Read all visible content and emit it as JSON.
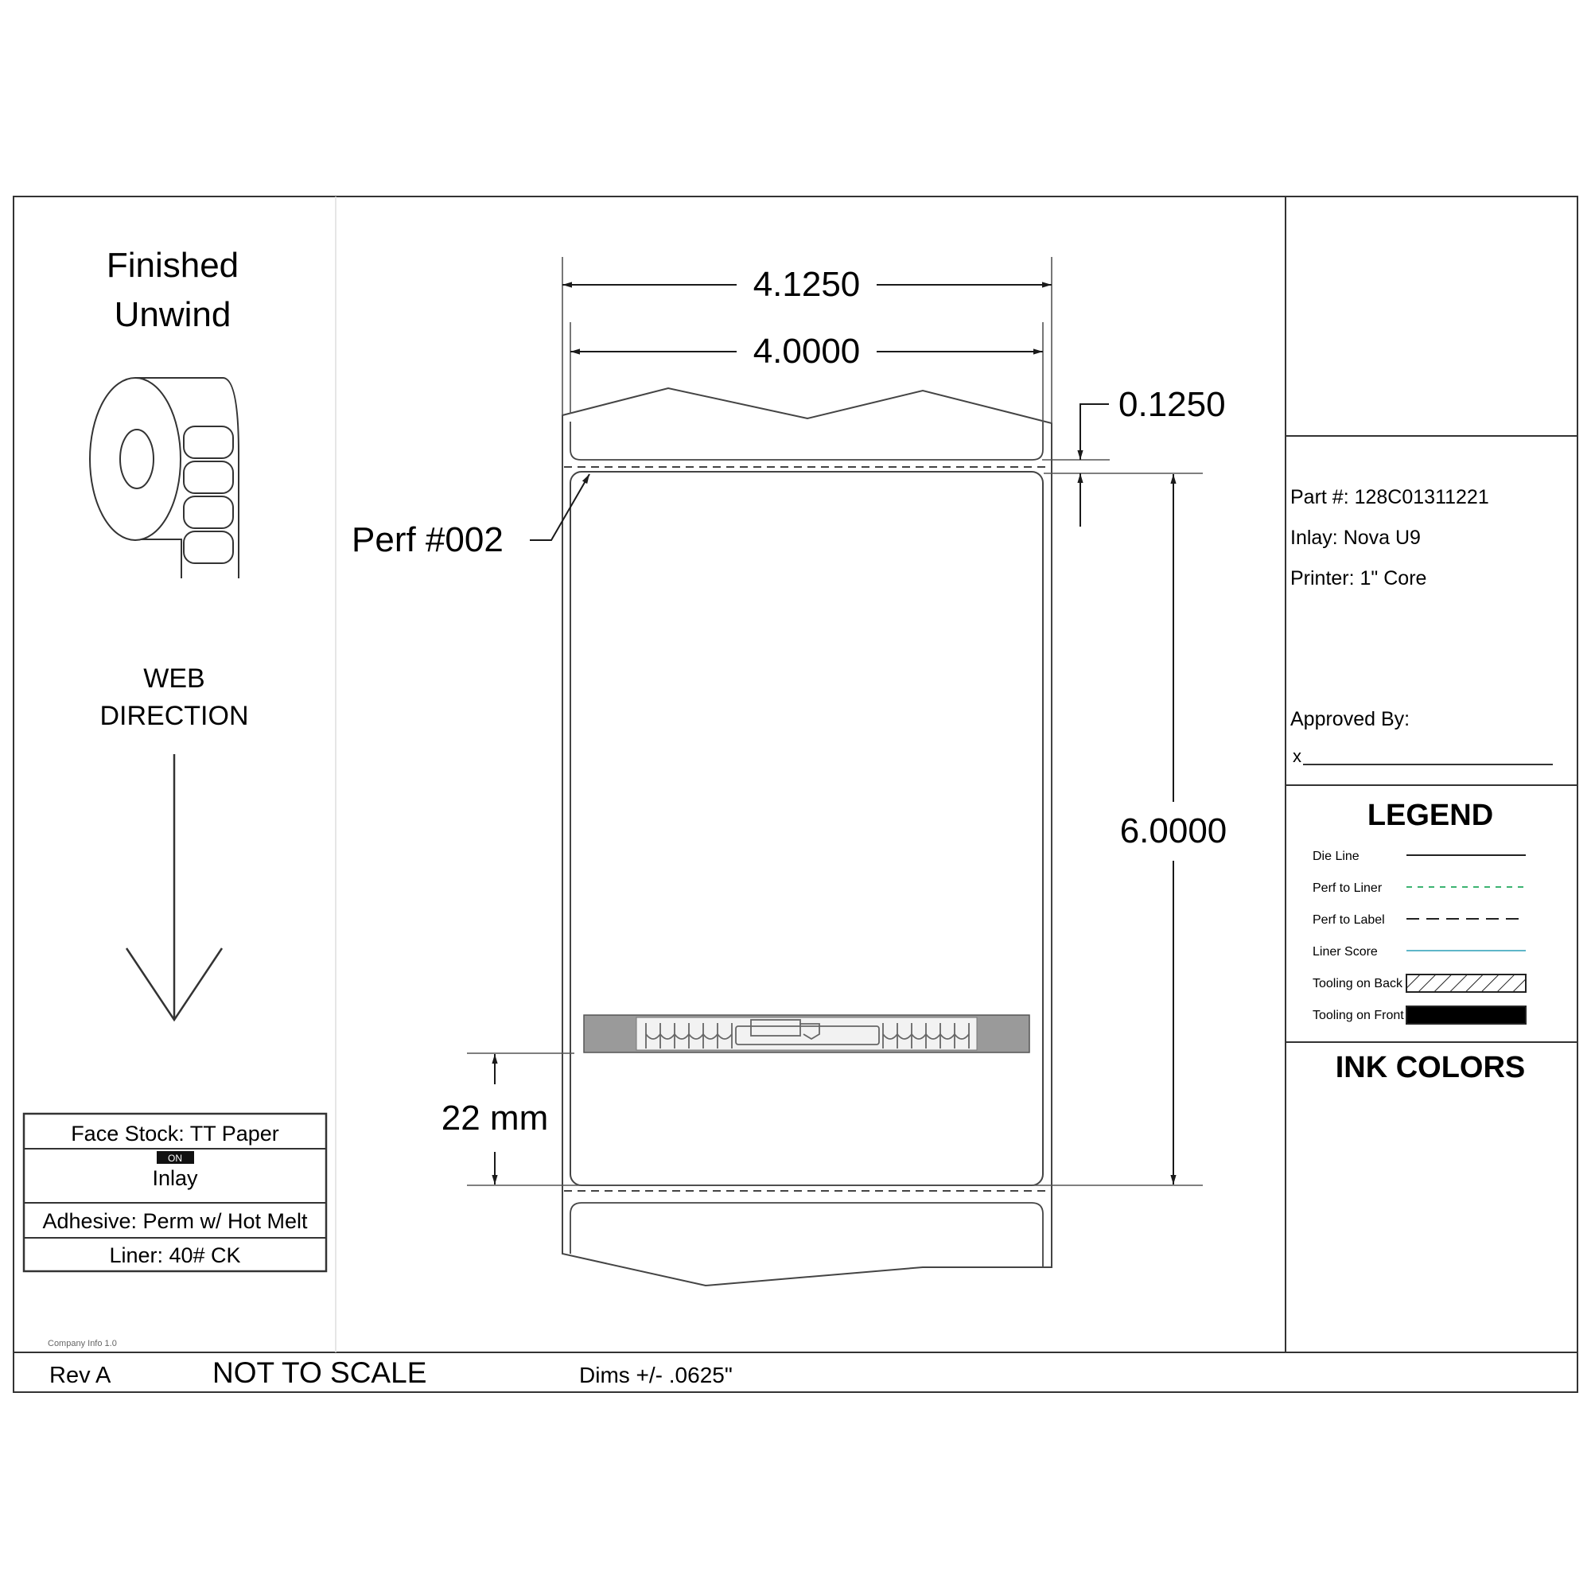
{
  "unwind": {
    "title_line1": "Finished",
    "title_line2": "Unwind",
    "web_line1": "WEB",
    "web_line2": "DIRECTION"
  },
  "materials": {
    "face_stock": "Face Stock: TT Paper",
    "inlay_tag": "ON",
    "inlay": "Inlay",
    "adhesive": "Adhesive: Perm w/ Hot Melt",
    "liner": "Liner: 40# CK",
    "copyright": "Company Info 1.0"
  },
  "dimensions": {
    "overall_width": "4.1250",
    "label_width": "4.0000",
    "gap": "0.1250",
    "label_height": "6.0000",
    "inlay_offset": "22 mm",
    "perf": "Perf #002"
  },
  "info": {
    "part": "Part #: 128C01311221",
    "inlay": "Inlay: Nova U9",
    "printer": "Printer: 1\" Core",
    "approved_by": "Approved By:",
    "signature_prefix": "x"
  },
  "legend": {
    "title": "LEGEND",
    "items": [
      {
        "label": "Die Line",
        "style": "solid",
        "color": "#222222"
      },
      {
        "label": "Perf to Liner",
        "style": "dotted",
        "color": "#3cb371"
      },
      {
        "label": "Perf to Label",
        "style": "dashed",
        "color": "#222222"
      },
      {
        "label": "Liner Score",
        "style": "solid",
        "color": "#5fb6c9"
      },
      {
        "label": "Tooling on Back",
        "style": "hatched",
        "color": "#222222"
      },
      {
        "label": "Tooling on Front",
        "style": "filled",
        "color": "#000000"
      }
    ]
  },
  "ink": {
    "title": "INK COLORS"
  },
  "footer": {
    "rev": "Rev A",
    "scale": "NOT TO SCALE",
    "tolerance": "Dims +/- .0625\""
  }
}
